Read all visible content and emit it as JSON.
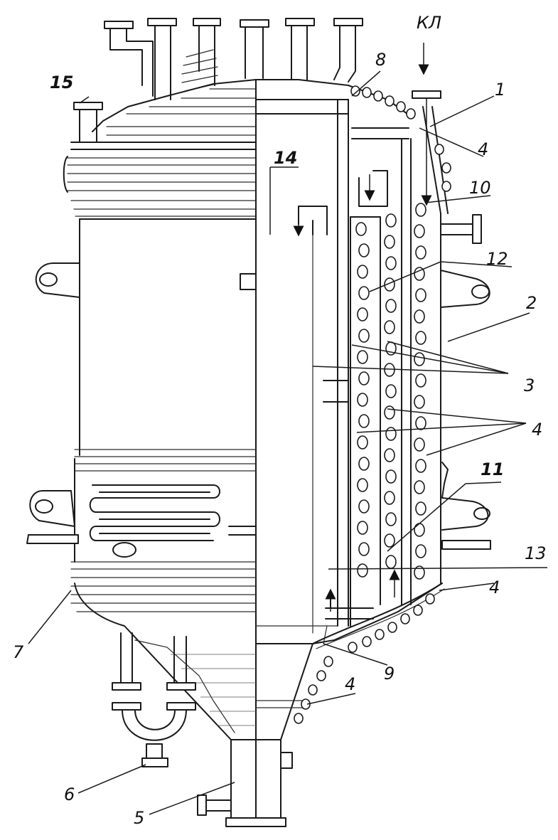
{
  "figure": {
    "labels": {
      "n1": "1",
      "n2": "2",
      "n3": "3",
      "n4a": "4",
      "n4b": "4",
      "n4c": "4",
      "n4d": "4",
      "n5": "5",
      "n6": "6",
      "n7": "7",
      "n8": "8",
      "n9": "9",
      "n10": "10",
      "n11": "11",
      "n12": "12",
      "n13": "13",
      "n14": "14",
      "n15": "15",
      "kl": "КЛ"
    }
  }
}
